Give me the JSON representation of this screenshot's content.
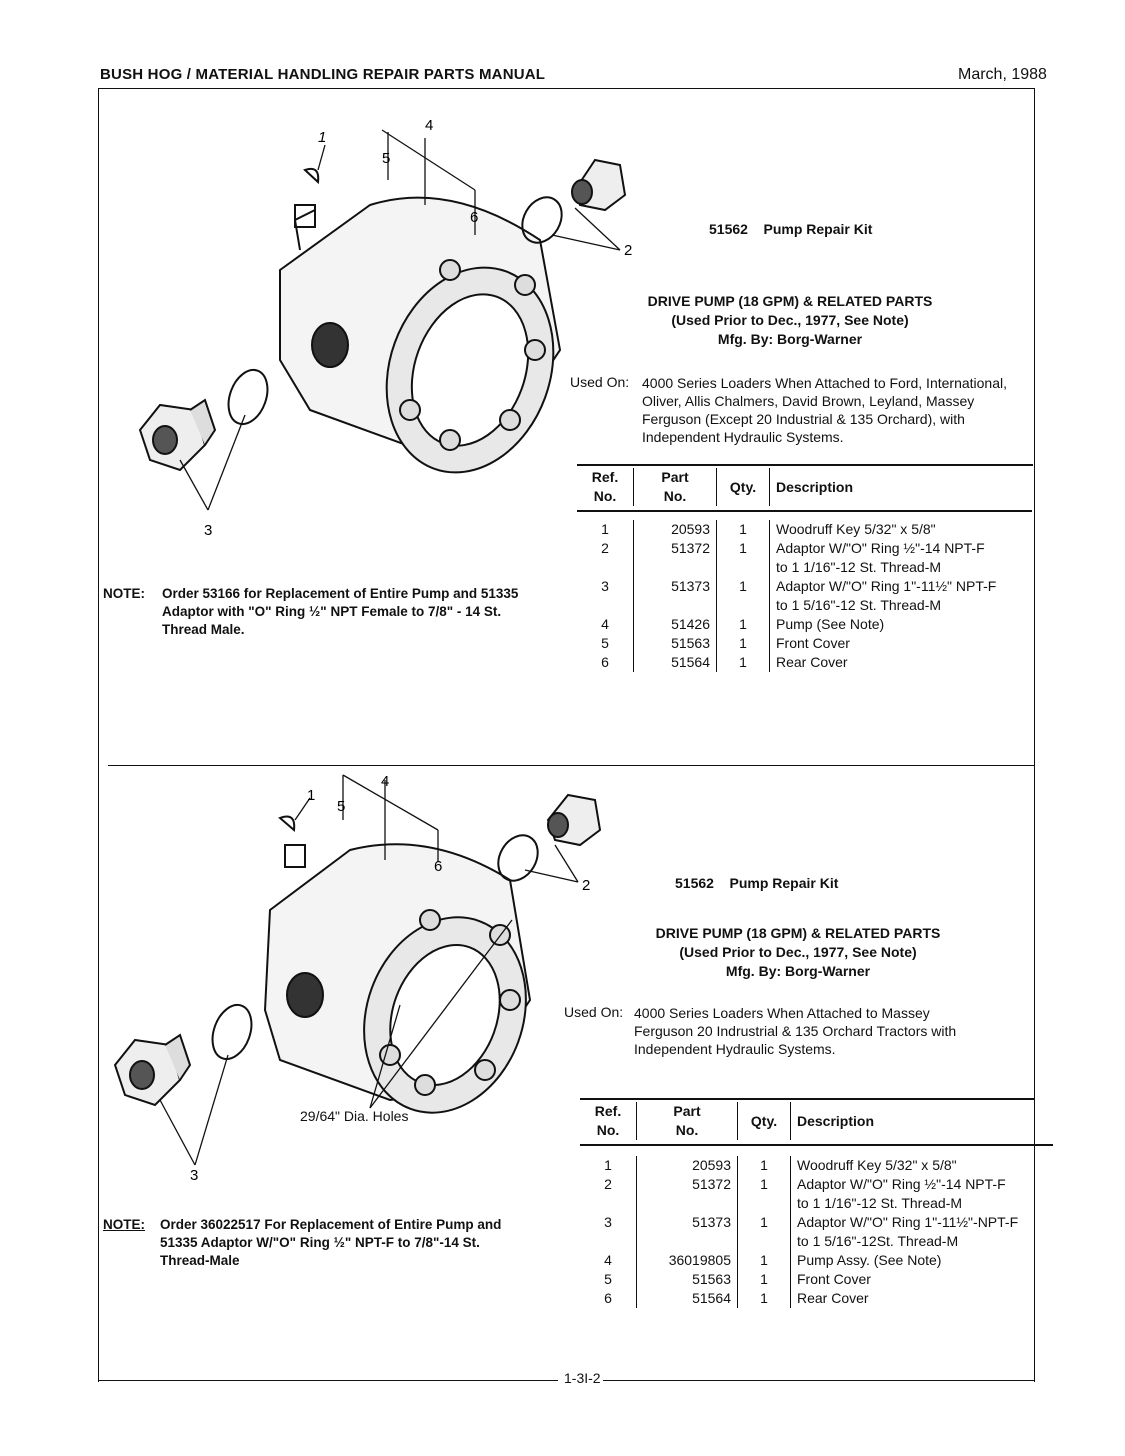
{
  "header": {
    "manual_title": "BUSH HOG / MATERIAL HANDLING REPAIR PARTS MANUAL",
    "date": "March, 1988"
  },
  "footer": {
    "page_number": "1-3I-2"
  },
  "sections": [
    {
      "kit_number": "51562",
      "kit_label": "Pump Repair Kit",
      "title_line1": "DRIVE PUMP (18 GPM) & RELATED PARTS",
      "title_line2": "(Used Prior to Dec., 1977, See Note)",
      "title_line3": "Mfg. By:  Borg-Warner",
      "used_on_label": "Used On:",
      "used_on_lines": [
        "4000 Series Loaders When Attached to Ford, International,",
        "Oliver, Allis Chalmers, David Brown, Leyland, Massey",
        "Ferguson (Except 20 Industrial & 135 Orchard), with",
        "Independent Hydraulic Systems."
      ],
      "table_headers": {
        "ref": "Ref.",
        "ref2": "No.",
        "part": "Part",
        "part2": "No.",
        "qty": "Qty.",
        "desc": "Description"
      },
      "rows": [
        {
          "ref": "1",
          "part": "20593",
          "qty": "1",
          "desc": [
            "Woodruff Key 5/32\" x 5/8\""
          ]
        },
        {
          "ref": "2",
          "part": "51372",
          "qty": "1",
          "desc": [
            "Adaptor W/\"O\" Ring ½\"-14 NPT-F",
            "to 1 1/16\"-12 St. Thread-M"
          ]
        },
        {
          "ref": "3",
          "part": "51373",
          "qty": "1",
          "desc": [
            "Adaptor W/\"O\" Ring 1\"-11½\" NPT-F",
            "to 1 5/16\"-12 St. Thread-M"
          ]
        },
        {
          "ref": "4",
          "part": "51426",
          "qty": "1",
          "desc": [
            "Pump (See Note)"
          ]
        },
        {
          "ref": "5",
          "part": "51563",
          "qty": "1",
          "desc": [
            "Front Cover"
          ]
        },
        {
          "ref": "6",
          "part": "51564",
          "qty": "1",
          "desc": [
            "Rear Cover"
          ]
        }
      ],
      "note_label": "NOTE:",
      "note_lines": [
        "Order 53166 for Replacement of Entire Pump and 51335",
        "Adaptor with \"O\" Ring ½\" NPT Female to 7/8\" - 14 St.",
        "Thread Male."
      ],
      "callouts": [
        "1",
        "2",
        "3",
        "4",
        "5",
        "6"
      ]
    },
    {
      "kit_number": "51562",
      "kit_label": "Pump Repair Kit",
      "title_line1": "DRIVE PUMP (18 GPM) & RELATED PARTS",
      "title_line2": "(Used Prior to Dec., 1977, See Note)",
      "title_line3": "Mfg. By:  Borg-Warner",
      "used_on_label": "Used On:",
      "used_on_lines": [
        "4000 Series Loaders When Attached to Massey",
        "Ferguson 20 Indrustrial & 135 Orchard Tractors with",
        "Independent Hydraulic Systems."
      ],
      "holes_label": "29/64\" Dia. Holes",
      "table_headers": {
        "ref": "Ref.",
        "ref2": "No.",
        "part": "Part",
        "part2": "No.",
        "qty": "Qty.",
        "desc": "Description"
      },
      "rows": [
        {
          "ref": "1",
          "part": "20593",
          "qty": "1",
          "desc": [
            "Woodruff Key 5/32\" x 5/8\""
          ]
        },
        {
          "ref": "2",
          "part": "51372",
          "qty": "1",
          "desc": [
            "Adaptor W/\"O\" Ring ½\"-14 NPT-F",
            "to 1 1/16\"-12 St. Thread-M"
          ]
        },
        {
          "ref": "3",
          "part": "51373",
          "qty": "1",
          "desc": [
            "Adaptor W/\"O\" Ring 1\"-11½\"-NPT-F",
            "to 1 5/16\"-12St. Thread-M"
          ]
        },
        {
          "ref": "4",
          "part": "36019805",
          "qty": "1",
          "desc": [
            "Pump Assy. (See Note)"
          ]
        },
        {
          "ref": "5",
          "part": "51563",
          "qty": "1",
          "desc": [
            "Front Cover"
          ]
        },
        {
          "ref": "6",
          "part": "51564",
          "qty": "1",
          "desc": [
            "Rear Cover"
          ]
        }
      ],
      "note_label": "NOTE:",
      "note_lines": [
        "Order 36022517 For Replacement of Entire Pump and",
        "51335 Adaptor W/\"O\" Ring ½\" NPT-F to 7/8\"-14 St.",
        "Thread-Male"
      ],
      "callouts": [
        "1",
        "2",
        "3",
        "4",
        "5",
        "6"
      ]
    }
  ]
}
